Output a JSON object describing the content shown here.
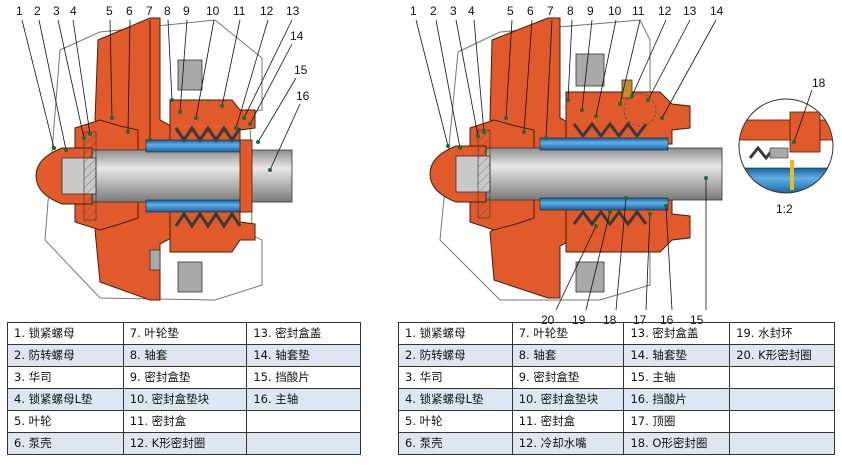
{
  "diagram_left": {
    "callouts": [
      "1",
      "2",
      "3",
      "4",
      "5",
      "6",
      "7",
      "8",
      "9",
      "10",
      "11",
      "12",
      "13",
      "14",
      "15",
      "16"
    ]
  },
  "diagram_right": {
    "callouts": [
      "1",
      "2",
      "3",
      "4",
      "5",
      "6",
      "7",
      "8",
      "9",
      "10",
      "11",
      "12",
      "13",
      "14",
      "15",
      "16",
      "17",
      "18",
      "19",
      "20"
    ],
    "detail_callout": "18",
    "detail_scale": "1:2"
  },
  "table_left": {
    "rows": [
      [
        "1. 锁紧螺母",
        "7. 叶轮垫",
        "13. 密封盒盖"
      ],
      [
        "2. 防转螺母",
        "8. 轴套",
        "14. 轴套垫"
      ],
      [
        "3. 华司",
        "9. 密封盒垫",
        "15. 挡酸片"
      ],
      [
        "4. 锁紧螺母L垫",
        "10. 密封盒垫块",
        "16. 主轴"
      ],
      [
        "5. 叶轮",
        "11. 密封盒",
        ""
      ],
      [
        "6. 泵壳",
        "12. K形密封圈",
        ""
      ]
    ]
  },
  "table_right": {
    "rows": [
      [
        "1. 锁紧螺母",
        "7. 叶轮垫",
        "13. 密封盒盖",
        "19. 水封环"
      ],
      [
        "2. 防转螺母",
        "8. 轴套",
        "14. 轴套垫",
        "20. K形密封圈"
      ],
      [
        "3. 华司",
        "9. 密封盒垫",
        "15. 主轴",
        ""
      ],
      [
        "4. 锁紧螺母L垫",
        "10. 密封盒垫块",
        "16. 挡酸片",
        ""
      ],
      [
        "5. 叶轮",
        "11. 密封盒",
        "17. 顶圈",
        ""
      ],
      [
        "6. 泵壳",
        "12. 冷却水嘴",
        "18. O形密封圈",
        ""
      ]
    ]
  },
  "colors": {
    "casing": "#e05a2b",
    "metal": "#a9a9a9",
    "shaft": "#bcbcbc",
    "sleeve": "#2e86c8",
    "spring": "#3a3a3a",
    "table_shade": "#dde6f1"
  }
}
